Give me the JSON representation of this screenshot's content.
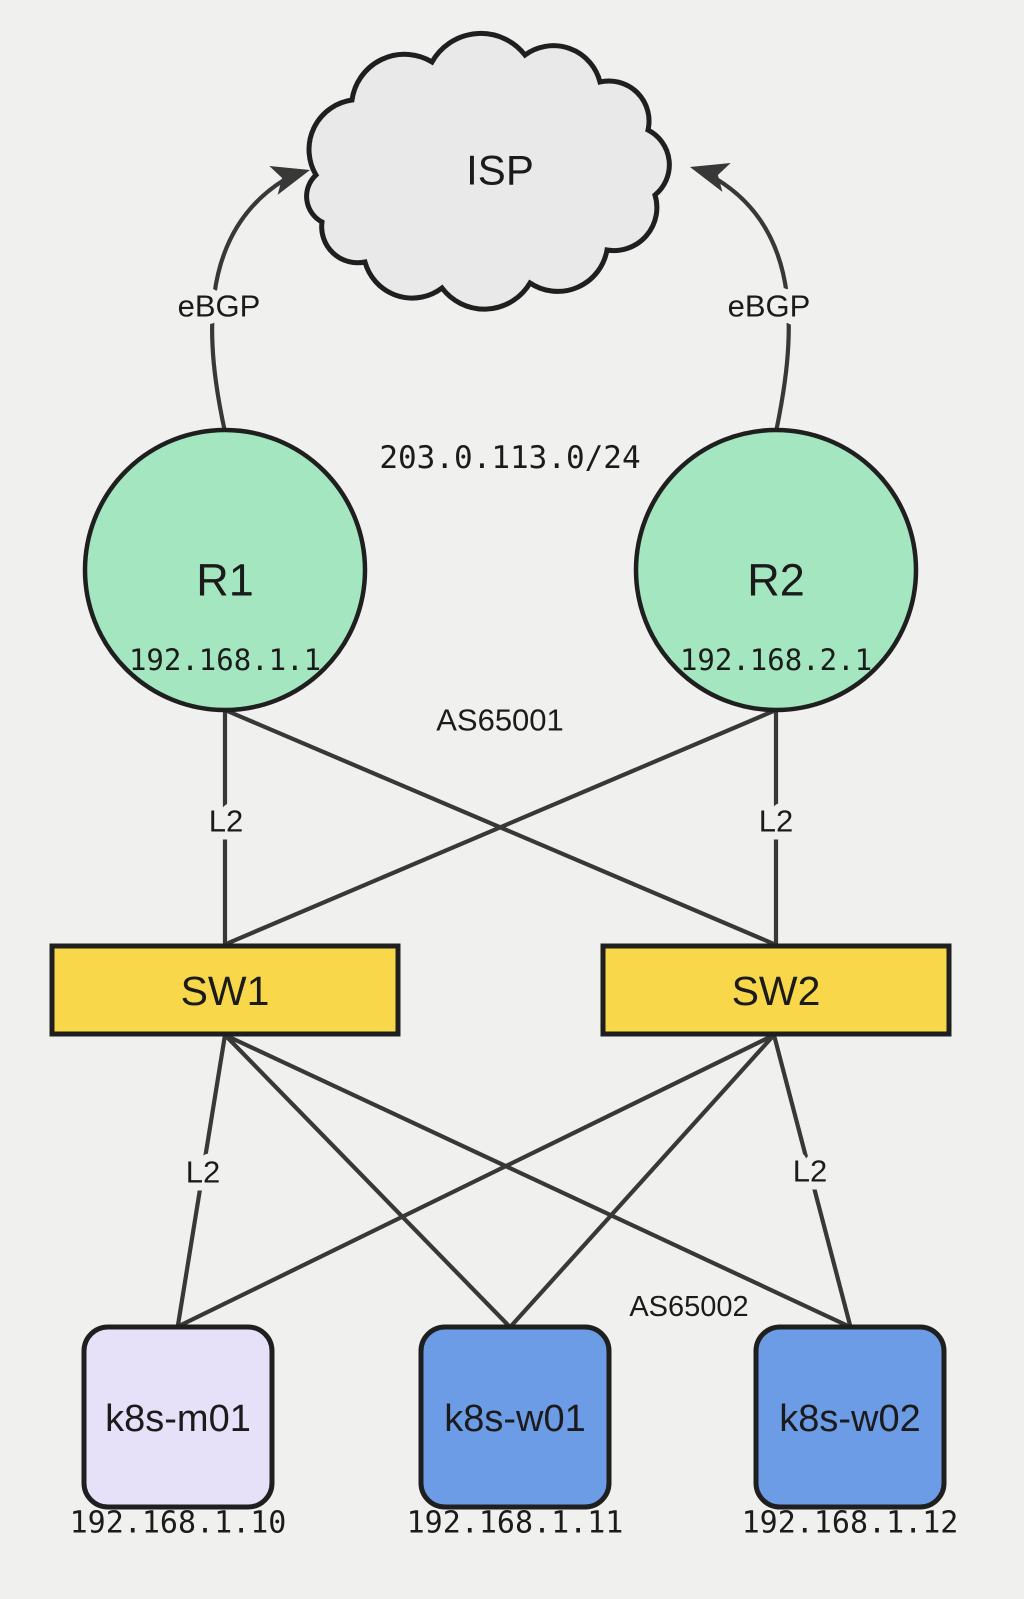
{
  "colors": {
    "background": "#f0f0ee",
    "cloud_fill": "#e9e9e9",
    "router_fill": "#a3e6bf",
    "switch_fill": "#f9d74a",
    "master_fill": "#e6e0f8",
    "worker_fill": "#6d9ce6",
    "line": "#383838",
    "text": "#1b1b1b"
  },
  "nodes": {
    "isp": {
      "label": "ISP"
    },
    "r1": {
      "label": "R1",
      "ip": "192.168.1.1"
    },
    "r2": {
      "label": "R2",
      "ip": "192.168.2.1"
    },
    "sw1": {
      "label": "SW1"
    },
    "sw2": {
      "label": "SW2"
    },
    "k8s_m01": {
      "label": "k8s-m01",
      "ip": "192.168.1.10"
    },
    "k8s_w01": {
      "label": "k8s-w01",
      "ip": "192.168.1.11"
    },
    "k8s_w02": {
      "label": "k8s-w02",
      "ip": "192.168.1.12"
    }
  },
  "edge_labels": {
    "ebgp_left": "eBGP",
    "ebgp_right": "eBGP",
    "public_prefix": "203.0.113.0/24",
    "as_routers": "AS65001",
    "as_nodes": "AS65002",
    "l2_r1_sw1": "L2",
    "l2_r2_sw2": "L2",
    "l2_sw1_m01": "L2",
    "l2_sw2_w02": "L2"
  }
}
